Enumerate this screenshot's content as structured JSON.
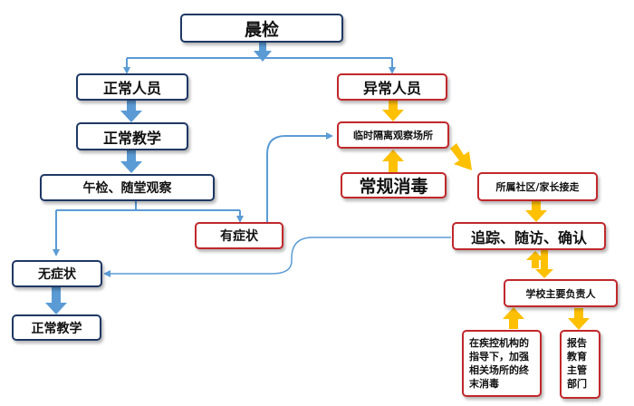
{
  "nodes": {
    "morning_check": "晨检",
    "normal_staff": "正常人员",
    "abnormal_staff": "异常人员",
    "normal_teaching": "正常教学",
    "temp_observation": "临时隔离观察场所",
    "noon_check": "午检、随堂观察",
    "routine_disinfect": "常规消毒",
    "community_pickup": "所属社区/家长接走",
    "has_symptoms": "有症状",
    "track_visit_confirm": "追踪、随访、确认",
    "no_symptoms": "无症状",
    "school_leader": "学校主要负责人",
    "normal_teaching_final": "正常教学",
    "terminal_disinfect_lines": [
      "在疾控机构的",
      "指导下，加强",
      "相关场所的终",
      "末消毒"
    ],
    "report_edu_lines": [
      "报告",
      "教育",
      "主管",
      "部门"
    ]
  },
  "colors": {
    "blue_border": "#1f3864",
    "red_border": "#c0282c",
    "blue_arrow": "#5b9bd5",
    "yellow_arrow": "#ffc000"
  }
}
